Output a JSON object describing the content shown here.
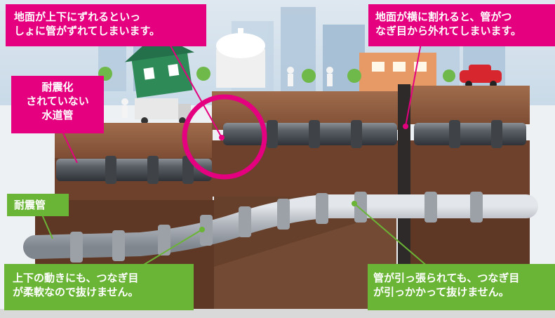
{
  "callouts": {
    "vertical_shift": {
      "lines": [
        "地面が上下にずれるといっ",
        "しょに管がずれてしまいます。"
      ]
    },
    "horizontal_crack": {
      "lines": [
        "地面が横に割れると、管がつ",
        "なぎ目から外れてしまいます。"
      ]
    },
    "non_seismic_pipe": {
      "lines": [
        "耐震化",
        "されていない",
        "水道管"
      ]
    },
    "seismic_pipe": {
      "label": "耐震管"
    },
    "flexible_joint": {
      "lines": [
        "上下の動きにも、つなぎ目",
        "が柔軟なので抜けません。"
      ]
    },
    "locked_joint": {
      "lines": [
        "管が引っ張られても、つなぎ目",
        "が引っかかって抜けません。"
      ]
    }
  },
  "colors": {
    "pink_callout": "#e4007f",
    "green_callout": "#6bb536",
    "soil": "#7a4a33",
    "dark_pipe": "#4f5358",
    "seismic_pipe": "#a9adb3"
  }
}
